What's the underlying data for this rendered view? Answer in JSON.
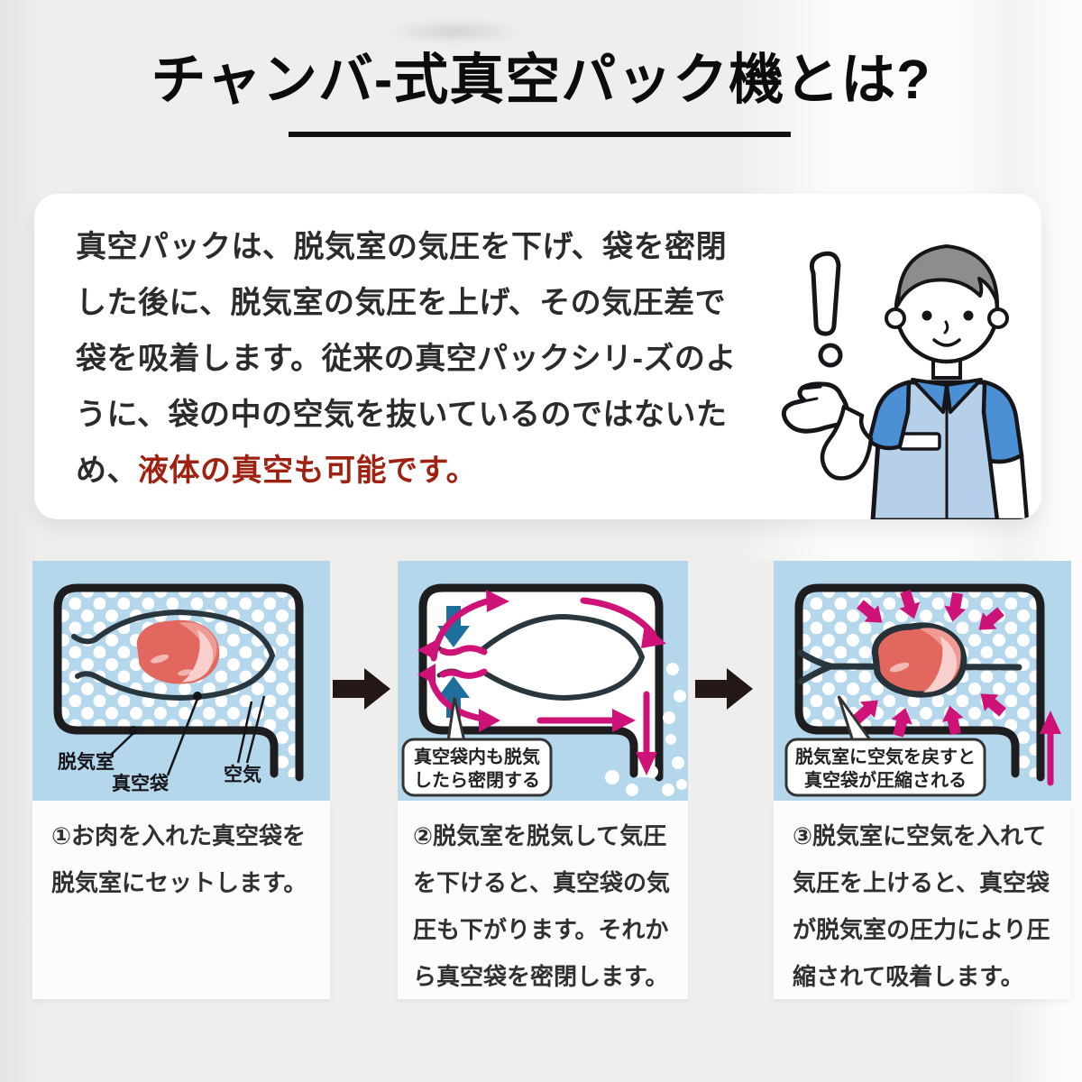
{
  "header": {
    "title": "チャンバ-式真空パック機とは?"
  },
  "intro": {
    "lines": [
      "真空パックは、脱気室の気圧を下げ、袋を密閉",
      "した後に、脱気室の気圧を上げ、その気圧差で",
      "袋を吸着します。従来の真空パックシリ-ズのよ",
      "うに、袋の中の空気を抜いているのではないた",
      "め、"
    ],
    "highlight": "液体の真空も可能です。"
  },
  "steps": [
    {
      "caption": "①お肉を入れた真空袋を脱気室にセットします。",
      "labels": {
        "chamber": "脱気室",
        "bag": "真空袋",
        "air": "空気"
      }
    },
    {
      "caption": "②脱気室を脱気して気圧を下けると、真空袋の気圧も下がります。それから真空袋を密閉します。",
      "callout": {
        "line1": "真空袋内も脱気",
        "line2": "したら密閉する"
      }
    },
    {
      "caption": "③脱気室に空気を入れて気圧を上けると、真空袋が脱気室の圧力により圧縮されて吸着します。",
      "callout": {
        "line1": "脱気室に空気を戻すと",
        "line2": "真空袋が圧縮される"
      }
    }
  ],
  "colors": {
    "panel_blue": "#b4d7ec",
    "accent_red": "#9e2112",
    "arrow_magenta": "#ce1277",
    "arrow_teal": "#1e6f9e",
    "meat": "#e2675e",
    "outline_dark": "#1d1d1f",
    "shirt_light": "#b7d0ea",
    "shirt_dark": "#4b8fd5"
  }
}
